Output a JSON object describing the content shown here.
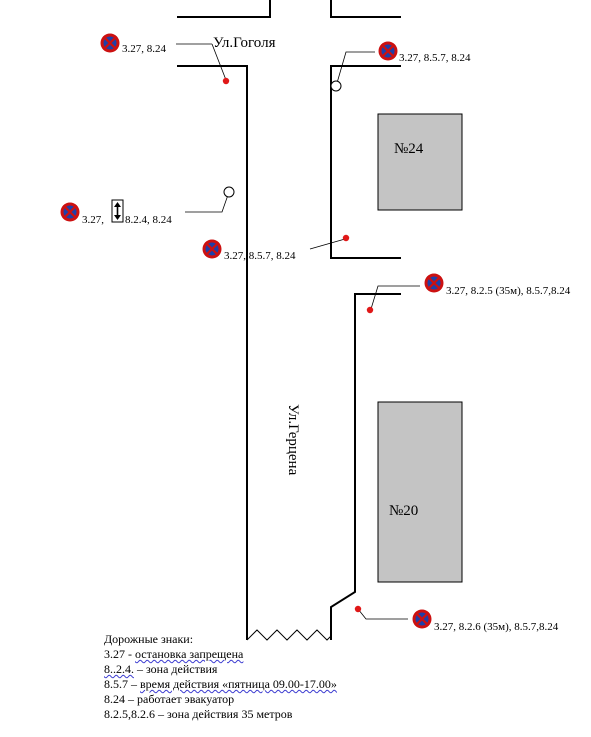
{
  "streets": {
    "gogolya": "Ул.Гоголя",
    "gertsena": "Ул.Герцена"
  },
  "houses": [
    {
      "number": "№24"
    },
    {
      "number": "№20"
    }
  ],
  "signs": [
    {
      "label": "3.27, 8.24"
    },
    {
      "label": "3.27, 8.5.7, 8.24"
    },
    {
      "label_before": "3.27,",
      "label_after": "8.2.4, 8.24"
    },
    {
      "label": "3.27, 8.5.7, 8.24"
    },
    {
      "label": "3.27, 8.2.5 (35м), 8.5.7,8.24"
    },
    {
      "label": "3.27, 8.2.6 (35м), 8.5.7,8.24"
    }
  ],
  "legend": {
    "title": "Дорожные знаки:",
    "items": [
      {
        "code": "3.27",
        "sep": " - ",
        "text": "остановка  запрещена"
      },
      {
        "code": "8..2.4.",
        "sep": " – ",
        "text": "зона  действия"
      },
      {
        "code": "8.5.7",
        "sep": " – ",
        "text": "время действия  «пятница 09.00-17.00»"
      },
      {
        "code": "8.24",
        "sep": " –  ",
        "text": "работает эвакуатор"
      },
      {
        "code": "8.2.5,8.2.6",
        "sep": " – ",
        "text": "зона действия 35 метров"
      }
    ]
  },
  "colors": {
    "sign_ring": "#cc1111",
    "sign_fill": "#1f3fa8",
    "marker": "#e01818",
    "house_fill": "#c4c4c4"
  },
  "icons": {
    "no_stopping": "no-stopping-sign-icon",
    "zone_arrow": "double-arrow-plate-icon",
    "evacuator_mark": "red-dot-icon",
    "sign_position": "circle-marker-icon"
  }
}
